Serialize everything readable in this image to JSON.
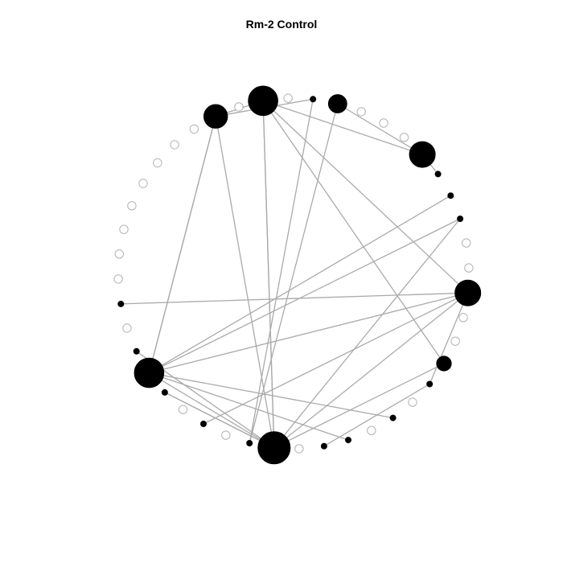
{
  "title": "Rm-2 Control",
  "colors": {
    "node_fill": "#000000",
    "isolated_node_stroke": "#b3b3b3",
    "edge": "#aaaaaa",
    "background": "#ffffff"
  },
  "network": {
    "layout": "circle",
    "node_count": 44,
    "nodes": [
      {
        "id": 0,
        "degree": 8,
        "isolated": false
      },
      {
        "id": 1,
        "degree": 0,
        "isolated": true
      },
      {
        "id": 2,
        "degree": 1,
        "isolated": false
      },
      {
        "id": 3,
        "degree": 3,
        "isolated": false
      },
      {
        "id": 4,
        "degree": 0,
        "isolated": true
      },
      {
        "id": 5,
        "degree": 0,
        "isolated": true
      },
      {
        "id": 6,
        "degree": 0,
        "isolated": true
      },
      {
        "id": 7,
        "degree": 6,
        "isolated": false
      },
      {
        "id": 8,
        "degree": 1,
        "isolated": false
      },
      {
        "id": 9,
        "degree": 1,
        "isolated": false
      },
      {
        "id": 10,
        "degree": 1,
        "isolated": false
      },
      {
        "id": 11,
        "degree": 0,
        "isolated": true
      },
      {
        "id": 12,
        "degree": 0,
        "isolated": true
      },
      {
        "id": 13,
        "degree": 6,
        "isolated": false
      },
      {
        "id": 14,
        "degree": 0,
        "isolated": true
      },
      {
        "id": 15,
        "degree": 0,
        "isolated": true
      },
      {
        "id": 16,
        "degree": 2,
        "isolated": false
      },
      {
        "id": 17,
        "degree": 1,
        "isolated": false
      },
      {
        "id": 18,
        "degree": 0,
        "isolated": true
      },
      {
        "id": 19,
        "degree": 1,
        "isolated": false
      },
      {
        "id": 20,
        "degree": 0,
        "isolated": true
      },
      {
        "id": 21,
        "degree": 1,
        "isolated": false
      },
      {
        "id": 22,
        "degree": 1,
        "isolated": false
      },
      {
        "id": 23,
        "degree": 0,
        "isolated": true
      },
      {
        "id": 24,
        "degree": 11,
        "isolated": false
      },
      {
        "id": 25,
        "degree": 1,
        "isolated": false
      },
      {
        "id": 26,
        "degree": 0,
        "isolated": true
      },
      {
        "id": 27,
        "degree": 1,
        "isolated": false
      },
      {
        "id": 28,
        "degree": 0,
        "isolated": true
      },
      {
        "id": 29,
        "degree": 1,
        "isolated": false
      },
      {
        "id": 30,
        "degree": 8,
        "isolated": false
      },
      {
        "id": 31,
        "degree": 1,
        "isolated": false
      },
      {
        "id": 32,
        "degree": 0,
        "isolated": true
      },
      {
        "id": 33,
        "degree": 1,
        "isolated": false
      },
      {
        "id": 34,
        "degree": 0,
        "isolated": true
      },
      {
        "id": 35,
        "degree": 0,
        "isolated": true
      },
      {
        "id": 36,
        "degree": 0,
        "isolated": true
      },
      {
        "id": 37,
        "degree": 0,
        "isolated": true
      },
      {
        "id": 38,
        "degree": 0,
        "isolated": true
      },
      {
        "id": 39,
        "degree": 0,
        "isolated": true
      },
      {
        "id": 40,
        "degree": 0,
        "isolated": true
      },
      {
        "id": 41,
        "degree": 0,
        "isolated": true
      },
      {
        "id": 42,
        "degree": 5,
        "isolated": false
      },
      {
        "id": 43,
        "degree": 0,
        "isolated": true
      }
    ],
    "edges": [
      [
        0,
        42
      ],
      [
        0,
        13
      ],
      [
        0,
        24
      ],
      [
        0,
        24
      ],
      [
        0,
        16
      ],
      [
        0,
        7
      ],
      [
        42,
        30
      ],
      [
        42,
        30
      ],
      [
        42,
        24
      ],
      [
        42,
        2
      ],
      [
        2,
        25
      ],
      [
        3,
        25
      ],
      [
        3,
        7
      ],
      [
        7,
        8
      ],
      [
        30,
        9
      ],
      [
        30,
        10
      ],
      [
        30,
        24
      ],
      [
        30,
        19
      ],
      [
        30,
        21
      ],
      [
        30,
        13
      ],
      [
        13,
        33
      ],
      [
        13,
        24
      ],
      [
        13,
        27
      ],
      [
        13,
        17
      ],
      [
        16,
        24
      ],
      [
        17,
        22
      ],
      [
        24,
        29
      ],
      [
        24,
        31
      ],
      [
        24,
        29
      ],
      [
        24,
        10
      ]
    ]
  }
}
